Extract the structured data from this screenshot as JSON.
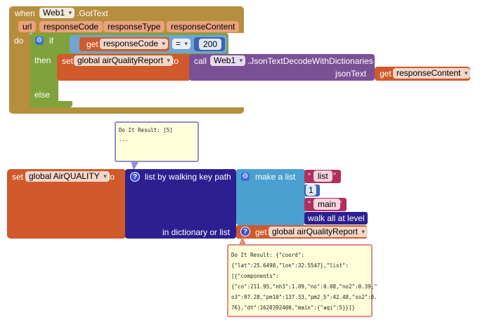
{
  "event": {
    "when": "when",
    "component": "Web1",
    "event_name": ".GotText",
    "params": [
      "url",
      "responseCode",
      "responseType",
      "responseContent"
    ],
    "do": "do"
  },
  "if_block": {
    "if": "if",
    "then": "then",
    "else": "else"
  },
  "compare": {
    "get": "get",
    "var": "responseCode",
    "op": "=",
    "value": "200"
  },
  "set_report": {
    "set": "set",
    "var": "global airQualityReport",
    "to": "to"
  },
  "call_decode": {
    "call": "call",
    "component": "Web1",
    "method": ".JsonTextDecodeWithDictionaries",
    "arg_label": "jsonText",
    "get": "get",
    "arg_var": "responseContent"
  },
  "set_aq": {
    "set": "set",
    "var": "global AirQUALITY",
    "to": "to"
  },
  "walk": {
    "label": "list by walking key path",
    "dict_label": "in dictionary or list",
    "get": "get",
    "dict_var": "global airQualityReport"
  },
  "make_list": {
    "label": "make a list",
    "items": [
      "list",
      "1",
      "main"
    ],
    "walk_all": "walk all at level"
  },
  "bubble_top": {
    "line1": "Do It Result: [5]",
    "line2": "---"
  },
  "bubble_bottom": {
    "lines": [
      "Do It Result: {\"coord\":",
      "{\"lat\":25.6498,\"lon\":32.5547},\"list\":",
      "[{\"components\":",
      "{\"co\":211.95,\"nh3\":1.09,\"no\":0.08,\"no2\":0.39,\"",
      "o3\":97.28,\"pm10\":137.33,\"pm2_5\":42.48,\"so2\":0.",
      "76},\"dt\":1620392400,\"main\":{\"aqi\":5}}]}"
    ]
  },
  "colors": {
    "event": "#b58e3e",
    "control": "#7ea33c",
    "variable": "#d05a2b",
    "procedure": "#7b5196",
    "dictionary": "#2d1f8f",
    "list": "#4aa0cf",
    "text": "#b32d5e",
    "math": "#3b63b7",
    "logic": "#73a3cf"
  }
}
